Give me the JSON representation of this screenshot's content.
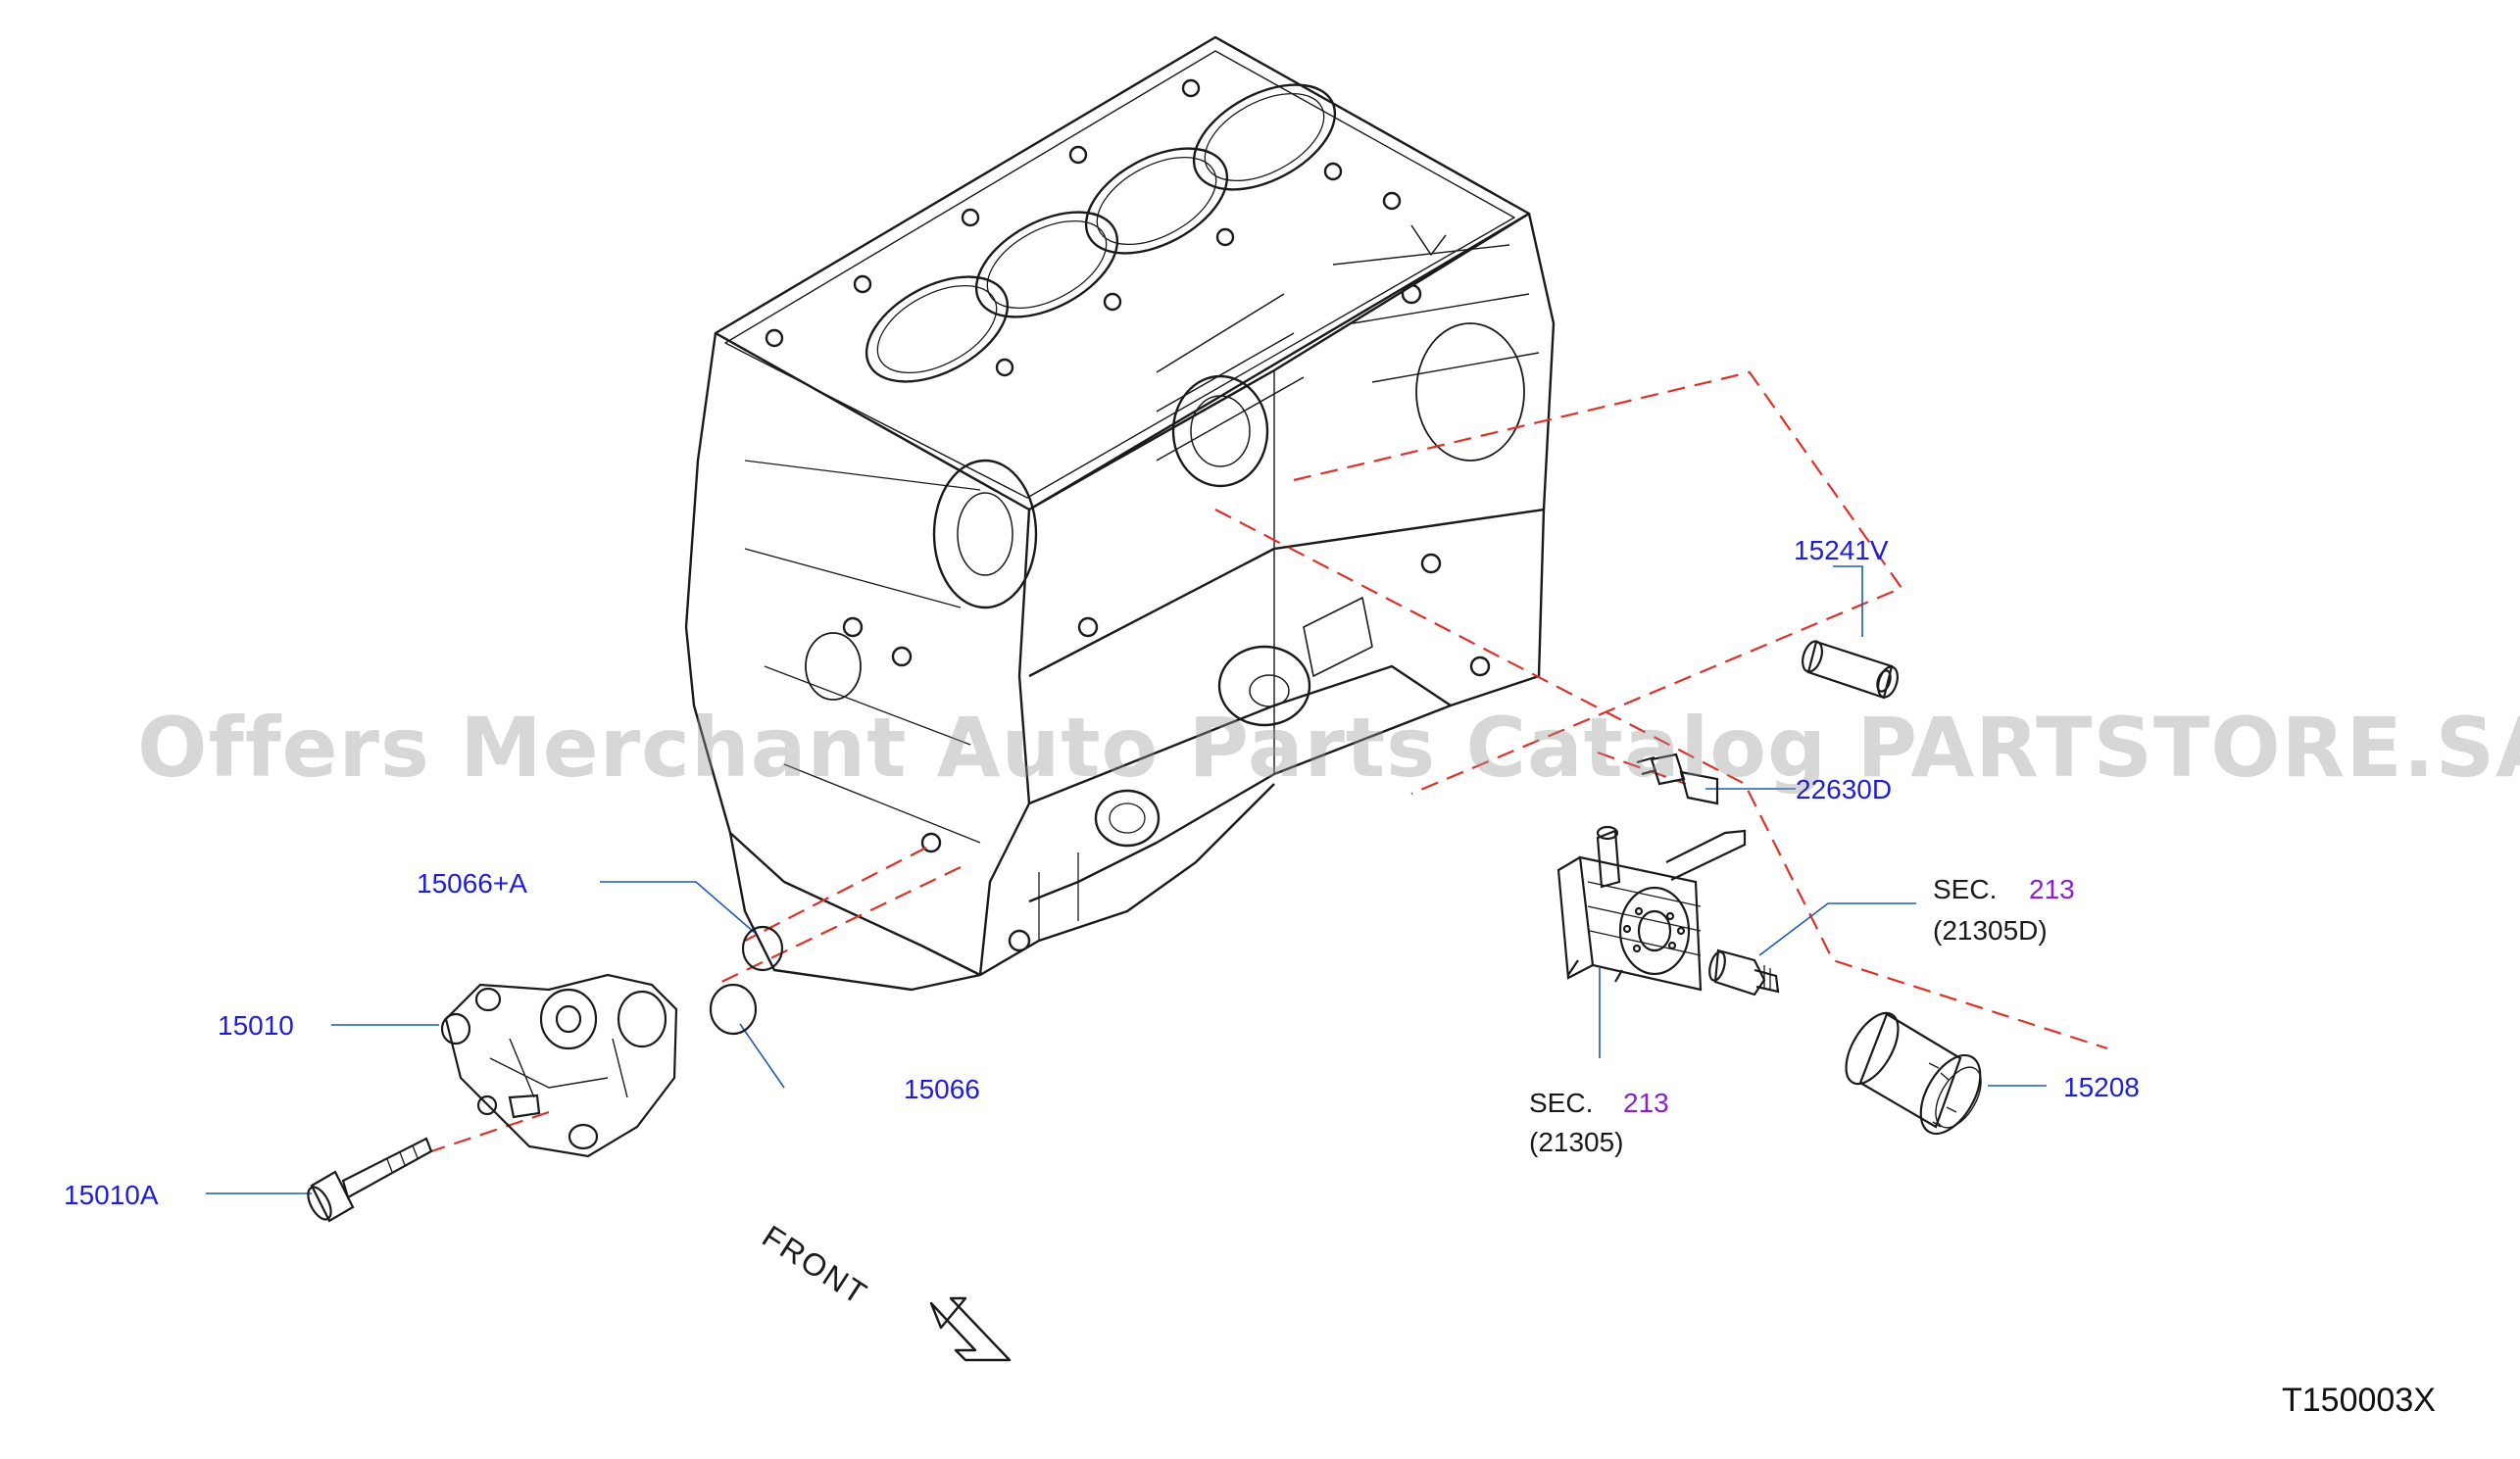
{
  "watermark": "Offers Merchant Auto Parts Catalog PARTSTORE.SA",
  "diagram_code": "T150003X",
  "front_label": "FRONT",
  "colors": {
    "part_number": "#1d1ddb",
    "section_ref": "#8a1fd6",
    "leader_dash": "#e0302a",
    "line_art": "#1a1a1a"
  },
  "parts": {
    "p15241v": "15241V",
    "p22630d": "22630D",
    "p15066a": "15066+A",
    "p15010": "15010",
    "p15066": "15066",
    "p15010a": "15010A",
    "p15208": "15208"
  },
  "sections": {
    "top": {
      "prefix": "SEC.",
      "number": "213",
      "ref": "(21305D)"
    },
    "bottom": {
      "prefix": "SEC.",
      "number": "213",
      "ref": "(21305)"
    }
  }
}
